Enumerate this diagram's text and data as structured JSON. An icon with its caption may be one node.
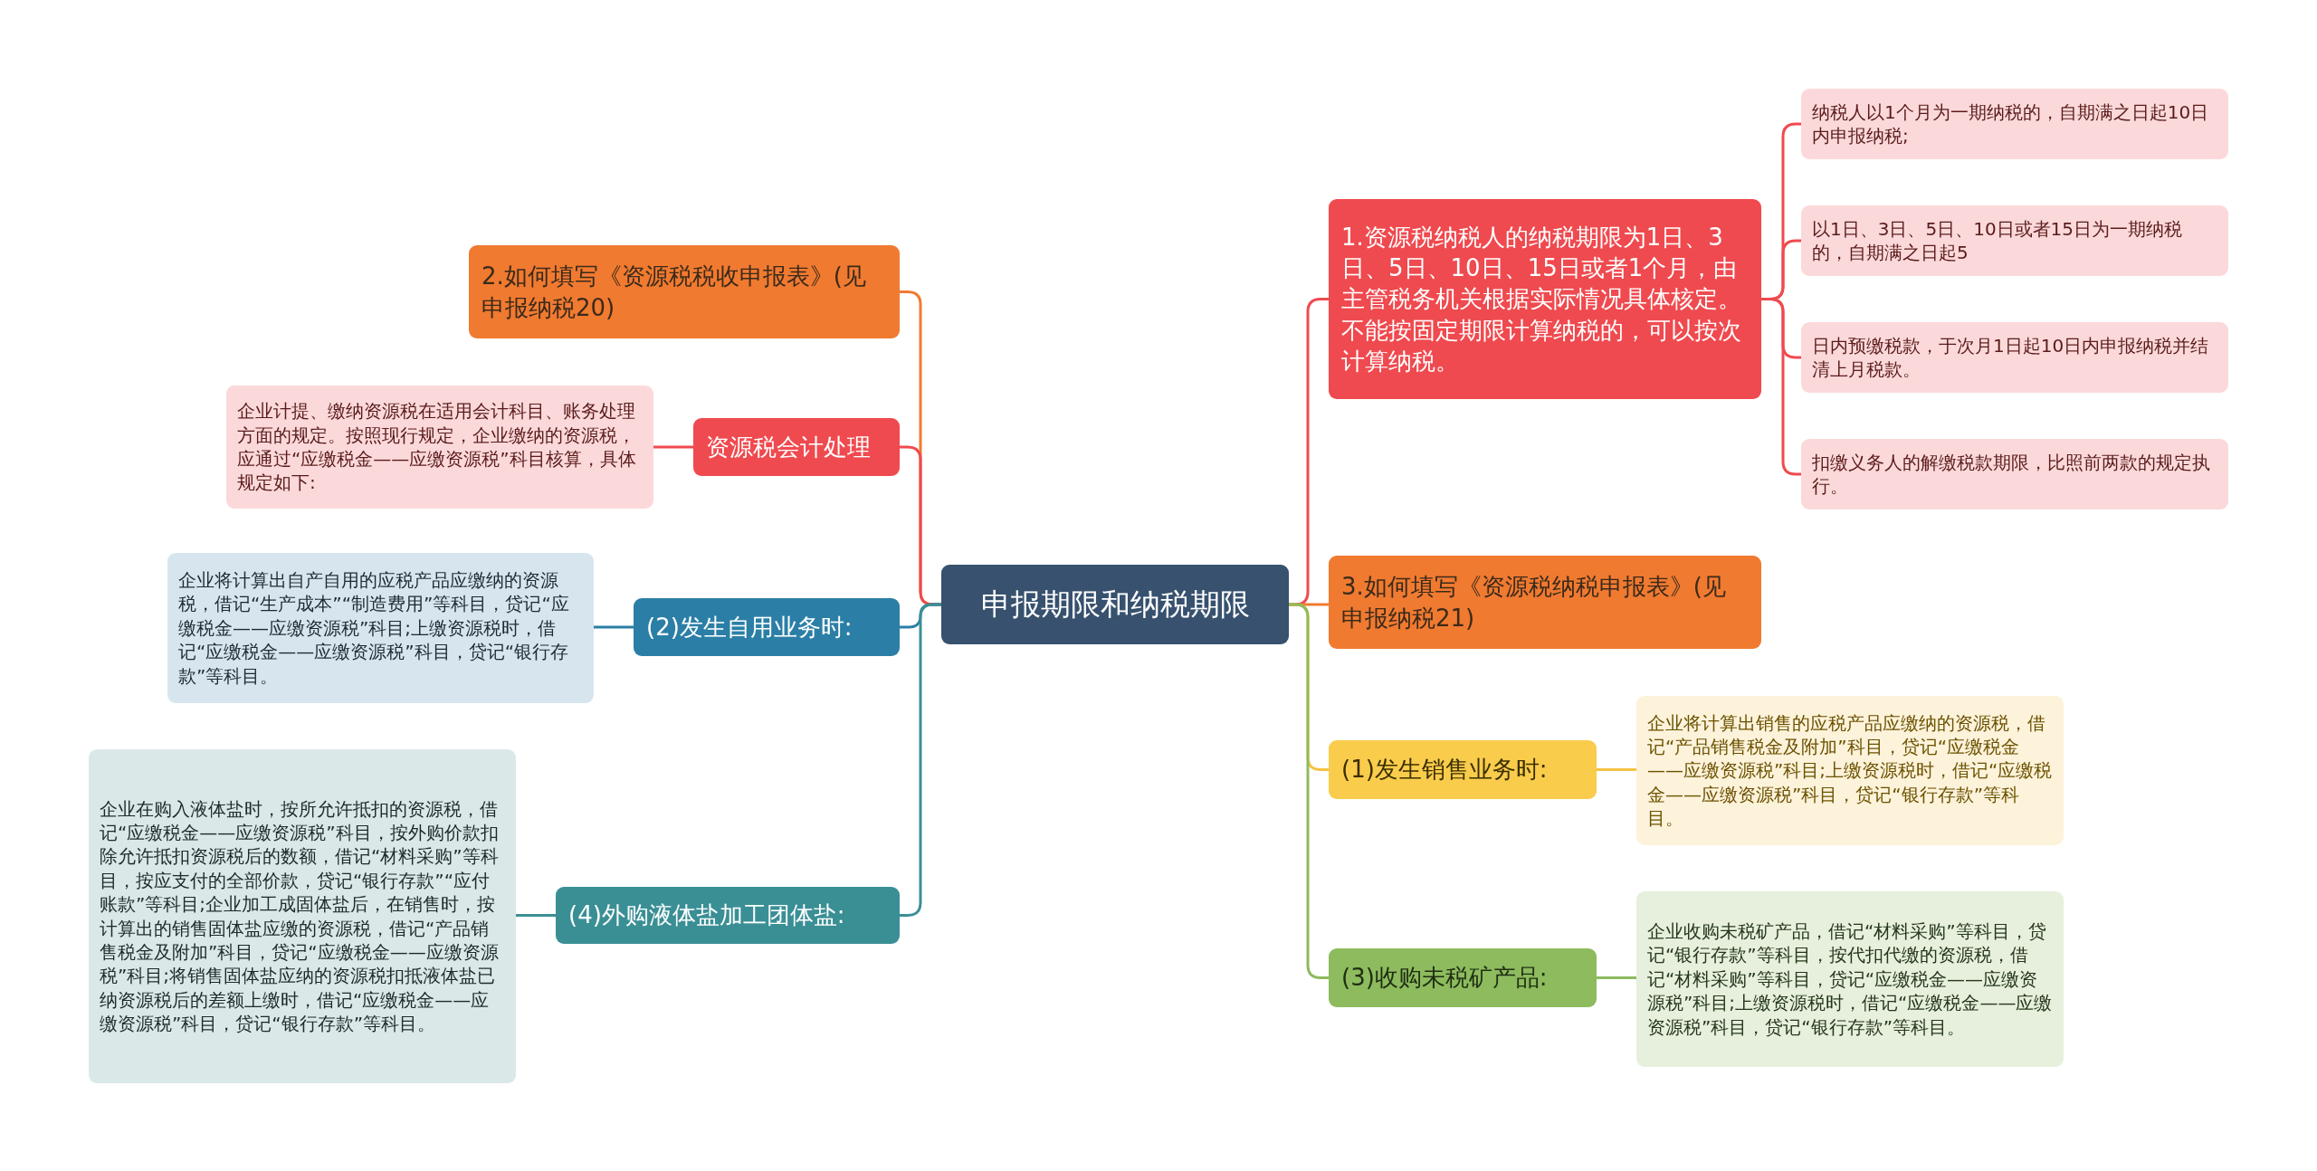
{
  "diagram": {
    "nodes": [
      {
        "text": [
          "申报期限和纳税期限"
        ]
      },
      {
        "text": [
          "2.如何填写《资源税税收申报表》(见申报纳税20)"
        ]
      },
      {
        "text": [
          "资源税会计处理"
        ]
      },
      {
        "text": [
          "企业计提、缴纳资源税在适用会计科目、账务处理方面的规定。按照现行规定，企业缴纳的资源税，应通过“应缴税金——应缴资源税”科目核算，具体规定如下:"
        ]
      },
      {
        "text": [
          "(2)发生自用业务时:"
        ]
      },
      {
        "text": [
          "企业将计算出自产自用的应税产品应缴纳的资源税，借记“生产成本”“制造费用”等科目，贷记“应缴税金——应缴资源税”科目;上缴资源税时，借记“应缴税金——应缴资源税”科目，贷记“银行存款”等科目。"
        ]
      },
      {
        "text": [
          "(4)外购液体盐加工团体盐:"
        ]
      },
      {
        "text": [
          "企业在购入液体盐时，按所允许抵扣的资源税，借记“应缴税金——应缴资源税”科目，按外购价款扣除允许抵扣资源税后的数额，借记“材料采购”等科目，按应支付的全部价款，贷记“银行存款”“应付账款”等科目;企业加工成固体盐后，在销售时，按计算出的销售固体盐应缴的资源税，借记“产品销售税金及附加”科目，贷记“应缴税金——应缴资源税”科目;将销售固体盐应纳的资源税扣抵液体盐已纳资源税后的差额上缴时，借记“应缴税金——应缴资源税”科目，贷记“银行存款”等科目。"
        ]
      },
      {
        "text": [
          "1.资源税纳税人的纳税期限为1日、3日、5日、10日、15日或者1个月，由主管税务机关根据实际情况具体核定。不能按固定期限计算纳税的，可以按次计算纳税。"
        ]
      },
      {
        "text": [
          "纳税人以1个月为一期纳税的，自期满之日起10日内申报纳税;"
        ]
      },
      {
        "text": [
          "以1日、3日、5日、10日或者15日为一期纳税的，自期满之日起5"
        ]
      },
      {
        "text": [
          "日内预缴税款，于次月1日起10日内申报纳税并结清上月税款。"
        ]
      },
      {
        "text": [
          "扣缴义务人的解缴税款期限，比照前两款的规定执行。"
        ]
      },
      {
        "text": [
          "3.如何填写《资源税纳税申报表》(见申报纳税21)"
        ]
      },
      {
        "text": [
          "(1)发生销售业务时:"
        ]
      },
      {
        "text": [
          "企业将计算出销售的应税产品应缴纳的资源税，借记“产品销售税金及附加”科目，贷记“应缴税金——应缴资源税”科目;上缴资源税时，借记“应缴税金——应缴资源税”科目，贷记“银行存款”等科目。"
        ]
      },
      {
        "text": [
          "(3)收购未税矿产品:"
        ]
      },
      {
        "text": [
          "企业收购未税矿产品，借记“材料采购”等科目，贷记“银行存款”等科目，按代扣代缴的资源税，借记“材料采购”等科目，贷记“应缴税金——应缴资源税”科目;上缴资源税时，借记“应缴税金——应缴资源税”科目，贷记“银行存款”等科目。"
        ]
      }
    ],
    "edges": [
      {
        "from": 0,
        "to": 1,
        "arrow": "none",
        "color": "#f07a30"
      },
      {
        "from": 0,
        "to": 2,
        "arrow": "none",
        "color": "#ef4a4f"
      },
      {
        "from": 2,
        "to": 3,
        "arrow": "none",
        "color": "#ef4a4f"
      },
      {
        "from": 0,
        "to": 4,
        "arrow": "none",
        "color": "#2b7fa6"
      },
      {
        "from": 4,
        "to": 5,
        "arrow": "none",
        "color": "#2b7fa6"
      },
      {
        "from": 0,
        "to": 6,
        "arrow": "none",
        "color": "#3a8f95"
      },
      {
        "from": 6,
        "to": 7,
        "arrow": "none",
        "color": "#3a8f95"
      },
      {
        "from": 0,
        "to": 8,
        "arrow": "none",
        "color": "#ef4a4f"
      },
      {
        "from": 8,
        "to": 9,
        "arrow": "none",
        "color": "#ef4a4f"
      },
      {
        "from": 8,
        "to": 10,
        "arrow": "none",
        "color": "#ef4a4f"
      },
      {
        "from": 8,
        "to": 11,
        "arrow": "none",
        "color": "#ef4a4f"
      },
      {
        "from": 8,
        "to": 12,
        "arrow": "none",
        "color": "#ef4a4f"
      },
      {
        "from": 0,
        "to": 13,
        "arrow": "none",
        "color": "#f07a30"
      },
      {
        "from": 0,
        "to": 14,
        "arrow": "none",
        "color": "#f5c343"
      },
      {
        "from": 14,
        "to": 15,
        "arrow": "none",
        "color": "#f5c343"
      },
      {
        "from": 0,
        "to": 16,
        "arrow": "none",
        "color": "#8dbb5e"
      },
      {
        "from": 16,
        "to": 17,
        "arrow": "none",
        "color": "#8dbb5e"
      }
    ]
  }
}
